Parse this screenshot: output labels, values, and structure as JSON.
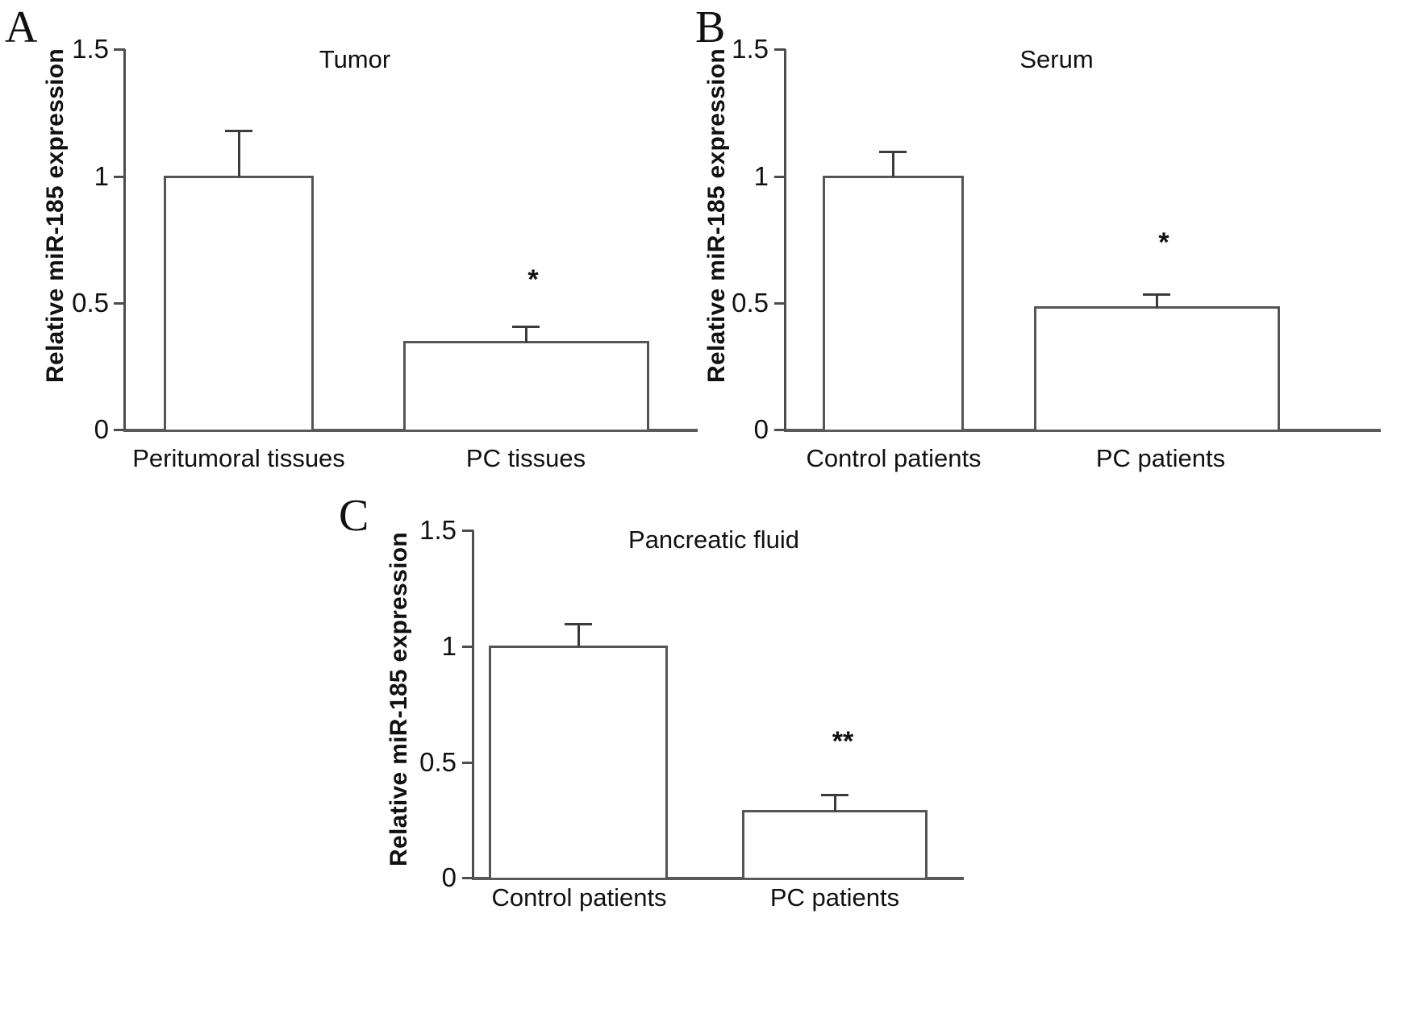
{
  "figure": {
    "background": "#ffffff",
    "line_color": "#555555",
    "text_color": "#111111"
  },
  "chart_data": [
    {
      "type": "bar",
      "panel": "A",
      "title": "Tumor",
      "xlabel": "",
      "ylabel": "Relative miR-185 expression",
      "categories": [
        "Peritumoral tissues",
        "PC tissues"
      ],
      "values": [
        1.0,
        0.35
      ],
      "errors": [
        0.18,
        0.06
      ],
      "annotations": [
        "",
        "*"
      ],
      "ylim": [
        0,
        1.5
      ],
      "yticks": [
        0,
        0.5,
        1,
        1.5
      ],
      "ytick_labels": [
        "0",
        "0.5",
        "1",
        "1.5"
      ],
      "grid": false,
      "legend": "none"
    },
    {
      "type": "bar",
      "panel": "B",
      "title": "Serum",
      "xlabel": "",
      "ylabel": "Relative miR-185 expression",
      "categories": [
        "Control patients",
        "PC patients"
      ],
      "values": [
        1.0,
        0.485
      ],
      "errors": [
        0.1,
        0.05
      ],
      "annotations": [
        "",
        "*"
      ],
      "ylim": [
        0,
        1.5
      ],
      "yticks": [
        0,
        0.5,
        1,
        1.5
      ],
      "ytick_labels": [
        "0",
        "0.5",
        "1",
        "1.5"
      ],
      "grid": false,
      "legend": "none"
    },
    {
      "type": "bar",
      "panel": "C",
      "title": "Pancreatic fluid",
      "xlabel": "",
      "ylabel": "Relative miR-185 expression",
      "categories": [
        "Control patients",
        "PC patients"
      ],
      "values": [
        1.0,
        0.29
      ],
      "errors": [
        0.08,
        0.06
      ],
      "annotations": [
        "",
        "**"
      ],
      "ylim": [
        0,
        1.5
      ],
      "yticks": [
        0,
        0.5,
        1,
        1.5
      ],
      "ytick_labels": [
        "0",
        "0.5",
        "1",
        "1.5"
      ],
      "grid": false,
      "legend": "none"
    }
  ],
  "panels": {
    "a": {
      "letter": "A",
      "title": "Tumor",
      "ylabel": "Relative miR-185 expression",
      "ytick_0": "0",
      "ytick_05": "0.5",
      "ytick_1": "1",
      "ytick_15": "1.5",
      "cat1": "Peritumoral tissues",
      "cat2": "PC tissues",
      "sig2": "*"
    },
    "b": {
      "letter": "B",
      "title": "Serum",
      "ylabel": "Relative miR-185 expression",
      "ytick_0": "0",
      "ytick_05": "0.5",
      "ytick_1": "1",
      "ytick_15": "1.5",
      "cat1": "Control patients",
      "cat2": "PC patients",
      "sig2": "*"
    },
    "c": {
      "letter": "C",
      "title": "Pancreatic fluid",
      "ylabel": "Relative miR-185 expression",
      "ytick_0": "0",
      "ytick_05": "0.5",
      "ytick_1": "1",
      "ytick_15": "1.5",
      "cat1": "Control patients",
      "cat2": "PC patients",
      "sig2": "**"
    }
  }
}
